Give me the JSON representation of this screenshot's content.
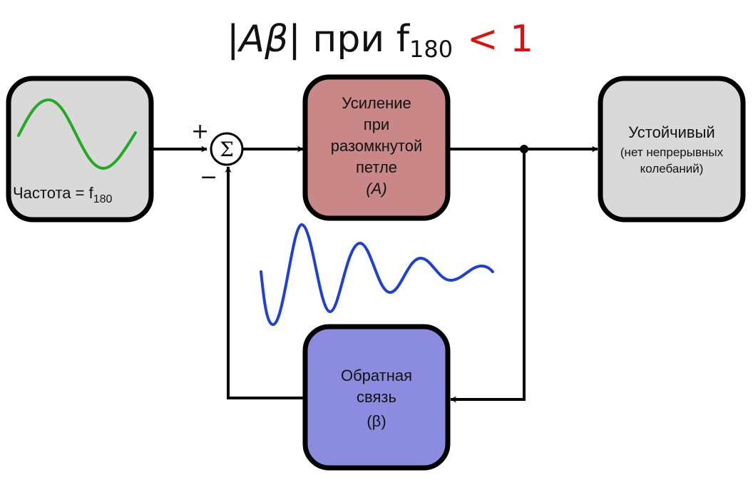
{
  "title": {
    "abs_open": "|",
    "a": "A",
    "beta": "β",
    "abs_close": "|",
    "at": " при f",
    "sub": "180",
    "condition": "< 1",
    "condition_color": "#dd1111"
  },
  "blocks": {
    "input": {
      "label_main": "Частота = f",
      "label_sub": "180",
      "fill": "#d9d9d9",
      "wave_color": "#22aa22"
    },
    "summing": {
      "symbol": "Σ",
      "plus": "+",
      "minus": "−"
    },
    "gain": {
      "lines": [
        "Усиление",
        "при",
        "разомкнутой",
        "петле",
        "(A)"
      ],
      "fill": "#c98787"
    },
    "output": {
      "title": "Устойчивый",
      "lines": [
        "(нет непрерывных",
        "колебаний)"
      ],
      "fill": "#d9d9d9"
    },
    "feedback": {
      "lines": [
        "Обратная",
        "связь",
        "(β)"
      ],
      "fill": "#8b8be0"
    }
  },
  "damped_wave": {
    "description": "decaying oscillation",
    "color": "#1f3fd6"
  }
}
